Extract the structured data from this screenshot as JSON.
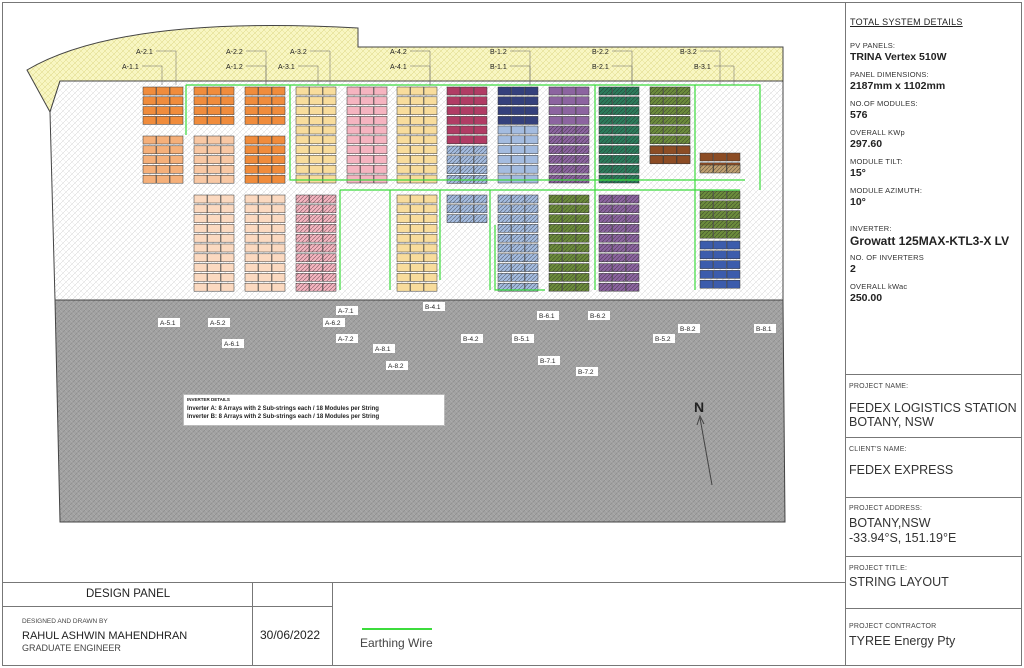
{
  "system": {
    "title": "TOTAL SYSTEM DETAILS",
    "items": [
      {
        "label": "PV PANELS:",
        "value": "TRINA Vertex 510W"
      },
      {
        "label": "PANEL DIMENSIONS:",
        "value": "2187mm x 1102mm"
      },
      {
        "label": "NO.OF MODULES:",
        "value": "576"
      },
      {
        "label": "OVERALL KWp",
        "value": "297.60"
      },
      {
        "label": "MODULE TILT:",
        "value": "15°"
      },
      {
        "label": "MODULE AZIMUTH:",
        "value": "10°"
      },
      {
        "label": "INVERTER:",
        "value": "Growatt 125MAX-KTL3-X LV"
      },
      {
        "label": "NO. OF INVERTERS",
        "value": "2"
      },
      {
        "label": "OVERALL kWac",
        "value": "250.00"
      }
    ]
  },
  "project": {
    "name_label": "PROJECT NAME:",
    "name_line1": "FEDEX LOGISTICS STATION",
    "name_line2": "BOTANY, NSW",
    "client_label": "CLIENT'S NAME:",
    "client": "FEDEX EXPRESS",
    "address_label": "PROJECT ADDRESS:",
    "address_line1": "BOTANY,NSW",
    "address_line2": "-33.94°S, 151.19°E",
    "title_label": "PROJECT TITLE:",
    "title": "STRING LAYOUT",
    "contractor_label": "PROJECT CONTRACTOR",
    "contractor": "TYREE Energy Pty"
  },
  "design": {
    "heading": "DESIGN PANEL",
    "drawn_label": "DESIGNED AND DRAWN BY",
    "designer": "RAHUL ASHWIN MAHENDHRAN",
    "role": "GRADUATE ENGINEER",
    "date": "30/06/2022",
    "legend_label": "Earthing Wire"
  },
  "inverter_details": {
    "heading": "INVERTER DETAILS",
    "line_a": "Inverter A: 8 Arrays with 2 Sub-strings each / 18 Modules per String",
    "line_b": "Inverter B: 8 Arrays with 2 Sub-strings each / 18 Modules per String"
  },
  "north_label": "N",
  "colors": {
    "earthing": "#3cdc3c",
    "roof_band": "#f7f4b8",
    "ground": "#9a9a9a"
  },
  "string_labels": {
    "top": [
      "A-2.1",
      "A-1.1",
      "A-2.2",
      "A-1.2",
      "A-3.2",
      "A-3.1",
      "A-4.2",
      "A-4.1",
      "B-1.2",
      "B-1.1",
      "B-2.2",
      "B-2.1",
      "B-3.2",
      "B-3.1"
    ],
    "bottom": [
      "A-5.1",
      "A-5.2",
      "A-6.1",
      "A-6.2",
      "A-7.1",
      "A-7.2",
      "A-8.1",
      "A-8.2",
      "B-4.1",
      "B-4.2",
      "B-5.1",
      "B-6.1",
      "B-6.2",
      "B-7.1",
      "B-7.2",
      "B-5.2",
      "B-8.2",
      "B-8.1"
    ]
  }
}
